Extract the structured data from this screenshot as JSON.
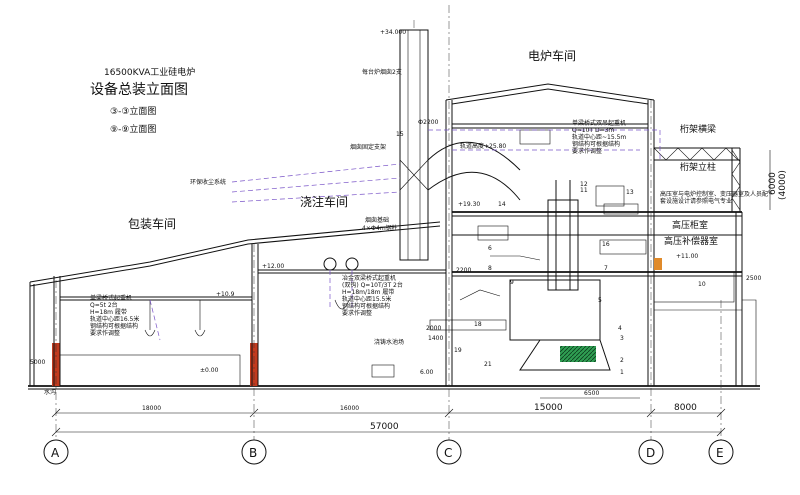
{
  "title": {
    "line1": "16500KVA工业硅电炉",
    "line2": "设备总装立面图",
    "line3": "③-③立面图",
    "line4": "⑨-⑨立面图"
  },
  "halls": {
    "electric_furnace": "电炉车间",
    "pouring": "浇注车间",
    "packing": "包装车间",
    "hv_cabinet": "高压柜室",
    "hv_compensator": "高压补偿器室",
    "water_pool": "浇铸水池场"
  },
  "labels": {
    "chimney_note": "每台炉烟囱2支",
    "flue_support": "烟囱固定支架",
    "dust_system": "环保收尘系统",
    "truss_beam": "桁架横梁",
    "truss_column": "桁架立柱",
    "rail_height": "轨道高度+25.80",
    "water_tank": "水沟",
    "chimney_base": "烟囱基础",
    "chimney_base_sub": "4×Ф4m钢柱",
    "crane_top": "单梁桥式双吊起重机\nQ=10T  D=3m\n轨道中心距~15.5m\n钢结构可根据结构\n要求作调整",
    "crane_pour": "冶金双梁桥式起重机\n(双钩)  Q=10T/3T 2台\nH=18m/18m  履带\n轨道中心距15.5米\n钢结构可根据结构\n要求作调整",
    "crane_pack": "单梁桥式起重机\nQ=5t  2台\nH=18m  履带\n轨道中心距16.5米\n钢结构可根据结构\n要求作调整",
    "hv_note": "高压室与电炉控制室、变压器室及人员配\n套设施设计请参照电气专业"
  },
  "elevations": {
    "top": "+34.000",
    "e1930": "+19.30",
    "e1200": "+12.00",
    "e109": "+10.9",
    "e2200": "2200",
    "e2500": "2500",
    "e1100": "+11.00",
    "zero": "±0.00",
    "e600": "6.00",
    "e5000": "5000",
    "e2000": "2000",
    "e1400": "1400",
    "truss_height": "6000",
    "truss_height_sub": "(4000)",
    "pipe_dia": "Ф2200"
  },
  "part_numbers": [
    "1",
    "2",
    "3",
    "4",
    "5",
    "6",
    "7",
    "8",
    "9",
    "10",
    "11",
    "12",
    "13",
    "14",
    "15",
    "16",
    "18",
    "19",
    "21"
  ],
  "dimensions": {
    "span_ab": "18000",
    "span_bc": "16000",
    "span_cd": "15000",
    "span_de": "8000",
    "total": "57000",
    "inner": "6500"
  },
  "grid": [
    "A",
    "B",
    "C",
    "D",
    "E"
  ],
  "colors": {
    "line": "#111111",
    "flue_dash": "#7a55c8",
    "column_red": "#c23a1e",
    "bath_green": "#2f9e52",
    "hv_orange": "#e08a2a"
  }
}
